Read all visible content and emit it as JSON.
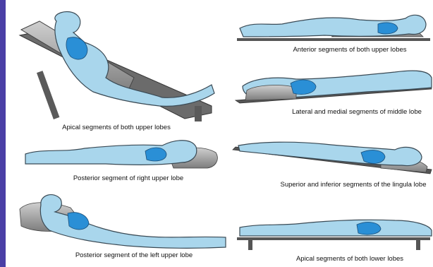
{
  "colors": {
    "frame": "#4a3fa6",
    "skin": "#a9d6ec",
    "skin_outline": "#3a4a55",
    "lung": "#2a8fd6",
    "pillow": "#8a8a8a",
    "board": "#5a5a5a"
  },
  "panels": [
    {
      "caption": "Apical segments of both upper lobes"
    },
    {
      "caption": "Anterior segments of both upper lobes"
    },
    {
      "caption": "Lateral and medial segments of middle lobe"
    },
    {
      "caption": "Posterior segment of right upper lobe"
    },
    {
      "caption": "Superior and inferior segments of the lingula lobe"
    },
    {
      "caption": "Posterior segment of the left upper lobe"
    },
    {
      "caption": "Apical segments of both lower lobes"
    }
  ]
}
